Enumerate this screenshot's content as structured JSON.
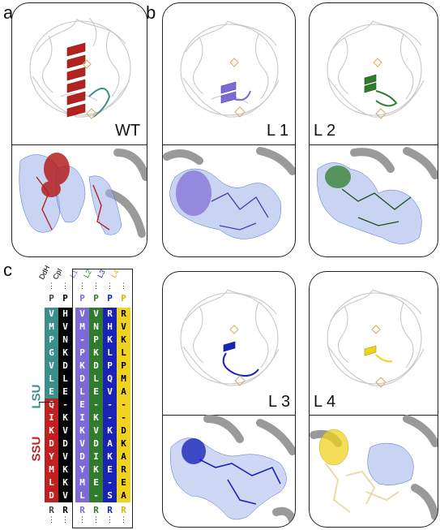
{
  "panels": {
    "a": "a",
    "b": "b",
    "c": "c"
  },
  "cards": {
    "wt": "WT",
    "l1": "L 1",
    "l2": "L 2",
    "l3": "L 3",
    "l4": "L 4"
  },
  "colors": {
    "wt": "#b5211f",
    "l1": "#7d6ad6",
    "l2": "#2f7d2c",
    "l3": "#1a23b8",
    "l4": "#f1d21f",
    "teal": "#3b8f8a",
    "ssu_red": "#c0201f",
    "mesh": "#4a6fd0"
  },
  "alignment": {
    "headers": [
      "DdH",
      "CpI",
      "L1",
      "L2",
      "L3",
      "L4"
    ],
    "top_marker": [
      "P",
      "P",
      "P",
      "P",
      "P",
      "P"
    ],
    "bottom_marker": [
      "R",
      "R",
      "R",
      "R",
      "R",
      "R"
    ],
    "columns": [
      [
        "V",
        "M",
        "P",
        "G",
        "V",
        "L",
        "E",
        "Q",
        "I",
        "K",
        "D",
        "Y",
        "M",
        "L",
        "D"
      ],
      [
        "H",
        "V",
        "N",
        "K",
        "D",
        "L",
        "E",
        "-",
        "K",
        "V",
        "D",
        "V",
        "K",
        "K",
        "V"
      ],
      [
        "V",
        "M",
        "-",
        "P",
        "K",
        "D",
        "L",
        "E",
        "I",
        "K",
        "V",
        "D",
        "Y",
        "M",
        "L"
      ],
      [
        "V",
        "N",
        "P",
        "K",
        "D",
        "L",
        "E",
        "-",
        "K",
        "V",
        "D",
        "I",
        "K",
        "E",
        "-"
      ],
      [
        "R",
        "H",
        "K",
        "L",
        "P",
        "Q",
        "V",
        "-",
        "-",
        "K",
        "A",
        "K",
        "E",
        "-",
        "S"
      ],
      [
        "R",
        "V",
        "K",
        "L",
        "P",
        "M",
        "A",
        "-",
        "-",
        "D",
        "K",
        "A",
        "R",
        "E",
        "A"
      ]
    ],
    "lsu_label": "LSU",
    "ssu_label": "SSU"
  }
}
